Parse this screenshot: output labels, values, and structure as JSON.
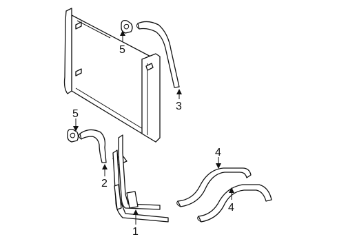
{
  "callouts": {
    "c1": "1",
    "c2": "2",
    "c3": "3",
    "c4a": "4",
    "c4b": "4",
    "c5a": "5",
    "c5b": "5"
  },
  "colors": {
    "line": "#111111",
    "background": "#ffffff"
  }
}
